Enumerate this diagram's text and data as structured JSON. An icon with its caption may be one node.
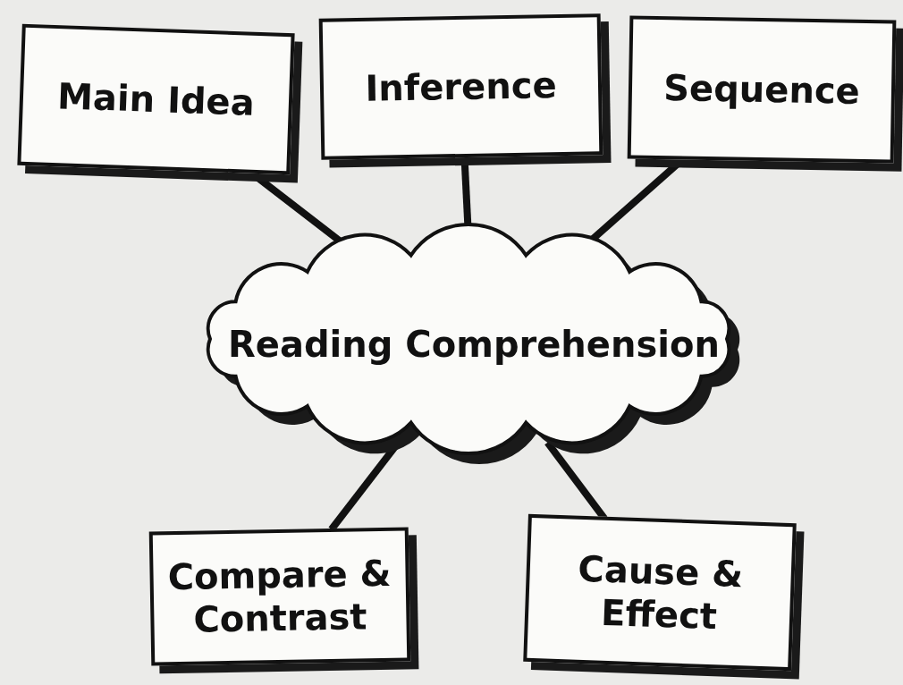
{
  "diagram": {
    "nodes": [
      {
        "text": [
          "Main Idea"
        ]
      },
      {
        "text": [
          "Inference"
        ]
      },
      {
        "text": [
          "Sequence"
        ]
      },
      {
        "text": [
          "Reading Comprehension"
        ]
      },
      {
        "text": [
          "Compare & Contrast"
        ]
      },
      {
        "text": [
          "Cause & Effect"
        ]
      }
    ],
    "edges": [
      {
        "from": 0,
        "to": 3,
        "arrow": "none"
      },
      {
        "from": 1,
        "to": 3,
        "arrow": "none"
      },
      {
        "from": 2,
        "to": 3,
        "arrow": "none"
      },
      {
        "from": 3,
        "to": 4,
        "arrow": "none"
      },
      {
        "from": 3,
        "to": 5,
        "arrow": "none"
      }
    ]
  }
}
